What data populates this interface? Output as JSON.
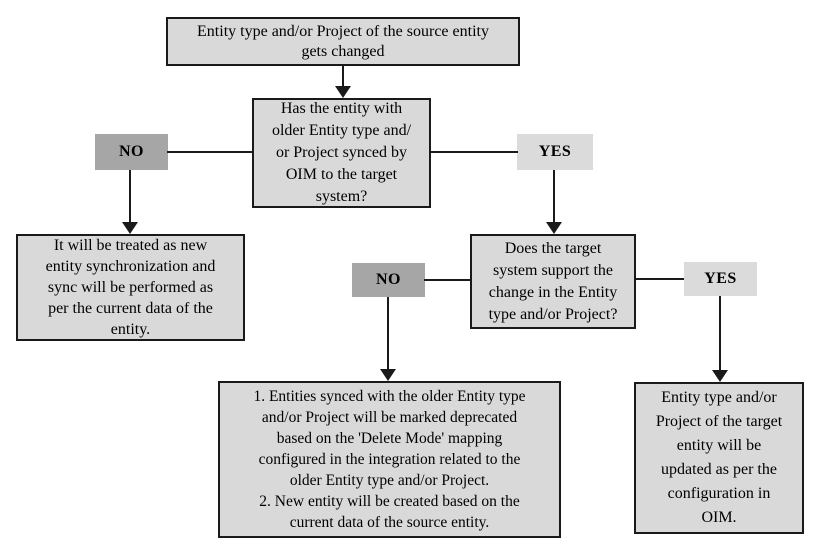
{
  "flowchart": {
    "labels": {
      "no": "NO",
      "yes": "YES"
    },
    "nodes": {
      "start": {
        "text": "Entity type and/or Project of the source entity\ngets changed"
      },
      "decision_synced": {
        "text": "Has the entity with\nolder Entity type and/\nor Project synced  by\nOIM to the target\nsystem?"
      },
      "result_new_sync": {
        "text": "It will be treated as new\nentity synchronization and\nsync will be performed as\nper the current data of the\nentity."
      },
      "decision_support": {
        "text": "Does the target\nsystem support the\nchange in the Entity\ntype and/or Project?"
      },
      "result_deprecate": {
        "text": "1. Entities synced with the older Entity type\nand/or Project will be marked deprecated\nbased on the 'Delete Mode' mapping\nconfigured in the integration related to the\nolder Entity type and/or Project.\n2. New entity will be created based on the\ncurrent data of the source entity."
      },
      "result_update": {
        "text": "Entity type and/or\nProject of the target\nentity will be\nupdated as per the\nconfiguration in\nOIM."
      }
    },
    "colors": {
      "background": "#ffffff",
      "box_fill": "#d9d9d9",
      "no_fill": "#a6a6a6",
      "yes_fill": "#dbdbdb",
      "border": "#1a1a1a"
    }
  }
}
